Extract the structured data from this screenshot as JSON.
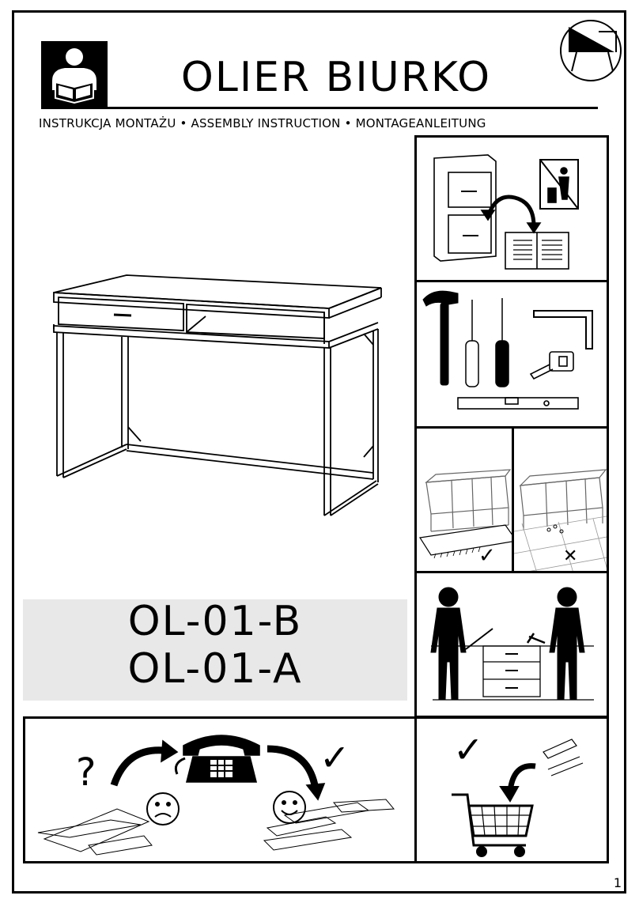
{
  "header": {
    "title": "OLIER BIURKO",
    "subtitle": "INSTRUKCJA MONTAŻU • ASSEMBLY INSTRUCTION • MONTAGEANLEITUNG"
  },
  "icons": [
    "reading-person-icon",
    "brand-logo-icon",
    "packaging-icon",
    "no-littering-icon",
    "hammer-icon",
    "screwdriver-icon",
    "square-ruler-icon",
    "tape-measure-icon",
    "spirit-level-icon",
    "check-icon",
    "cross-icon",
    "two-person-assembly-icon",
    "help-hotline-icon",
    "shopping-cart-icon"
  ],
  "symbols": {
    "question": "?",
    "check": "✓",
    "cross": "✕"
  },
  "models": [
    "OL-01-B",
    "OL-01-A"
  ],
  "page_number": "1"
}
